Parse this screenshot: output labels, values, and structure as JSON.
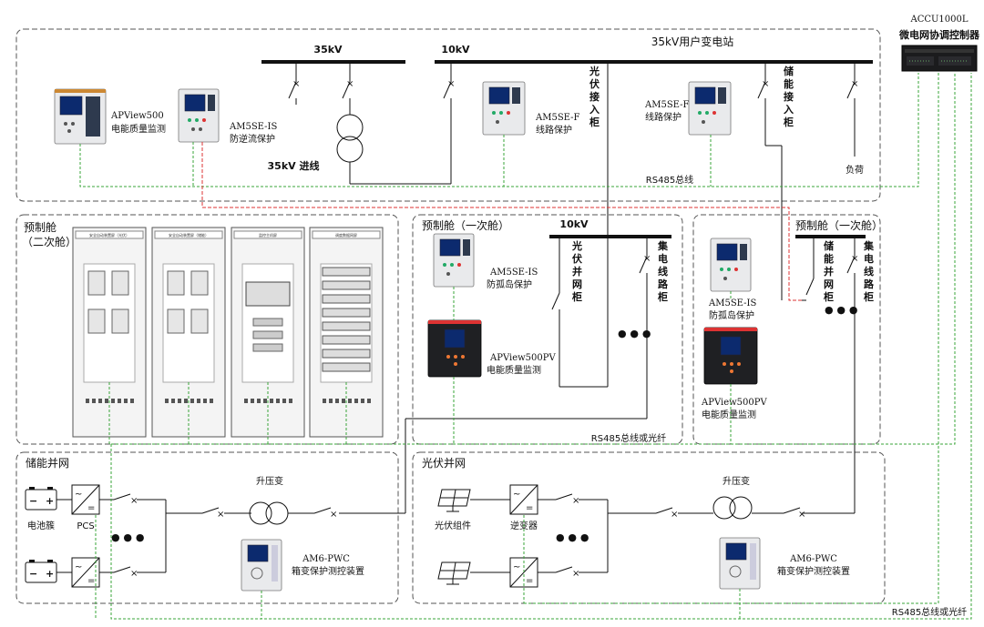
{
  "colors": {
    "line": "#111111",
    "comm": "#3aa53a",
    "red_link": "#dd3333",
    "box": "#555555",
    "screen": "#0c2a6e"
  },
  "controller": {
    "model": "ACCU1000L",
    "name": "微电网协调控制器"
  },
  "substation": {
    "title": "35kV用户变电站",
    "bus_35kv": "35kV",
    "bus_10kv": "10kV",
    "incoming": "35kV 进线",
    "apview500": {
      "model": "APView500",
      "desc": "电能质量监测"
    },
    "am5se_is": {
      "model": "AM5SE-IS",
      "desc": "防逆流保护"
    },
    "am5se_f_1": {
      "model": "AM5SE-F",
      "desc": "线路保护"
    },
    "am5se_f_2": {
      "model": "AM5SE-F",
      "desc": "线路保护"
    },
    "pv_cabinet": "光伏接入柜",
    "storage_cabinet": "储能接入柜",
    "load": "负荷",
    "rs485": "RS485总线"
  },
  "secondary_cabin": {
    "title_line1": "预制舱",
    "title_line2": "（二次舱）",
    "cabinets": [
      "安全自动装置屏（光伏）",
      "安全自动装置屏（储能）",
      "监控主机屏",
      "调度数据网屏"
    ]
  },
  "pv_primary_cabin": {
    "title": "预制舱（一次舱）",
    "bus": "10kV",
    "am5se_is": {
      "model": "AM5SE-IS",
      "desc": "防孤岛保护"
    },
    "apview500pv": {
      "model": "APView500PV",
      "desc": "电能质量监测"
    },
    "grid_cabinet": "光伏并网柜",
    "collector_cabinet": "集电线路柜",
    "rs485": "RS485总线或光纤"
  },
  "storage_primary_cabin": {
    "title": "预制舱（一次舱）",
    "am5se_is": {
      "model": "AM5SE-IS",
      "desc": "防孤岛保护"
    },
    "apview500pv": {
      "model": "APView500PV",
      "desc": "电能质量监测"
    },
    "grid_cabinet": "储能并网柜",
    "collector_cabinet": "集电线路柜"
  },
  "storage_grid": {
    "title": "储能并网",
    "battery": "电池簇",
    "pcs": "PCS",
    "transformer": "升压变",
    "am6": {
      "model": "AM6-PWC",
      "desc": "箱变保护测控装置"
    }
  },
  "pv_grid": {
    "title": "光伏并网",
    "module": "光伏组件",
    "inverter": "逆变器",
    "transformer": "升压变",
    "am6": {
      "model": "AM6-PWC",
      "desc": "箱变保护测控装置"
    },
    "rs485": "RS485总线或光纤"
  },
  "ellipsis": "● ● ●"
}
